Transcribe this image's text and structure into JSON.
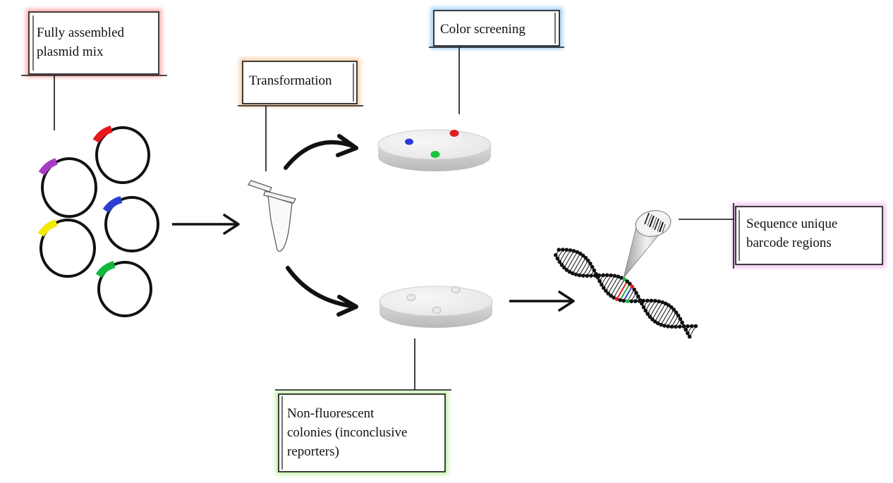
{
  "labels": {
    "plasmid_mix": "Fully assembled\nplasmid mix",
    "transformation": "Transformation",
    "color_screening": "Color screening",
    "sequence": "Sequence unique\nbarcode regions",
    "non_fluorescent": "Non-fluorescent\ncolonies (inconclusive\nreporters)"
  },
  "colors": {
    "plasmid_mix": "#ff6b6b",
    "transformation": "#f4a460",
    "color_screening": "#5aa9ef",
    "sequence": "#e08be0",
    "non_fluorescent": "#9be36a",
    "marker_purple": "#a93cc4",
    "marker_red": "#e8171b",
    "marker_blue": "#2f3ed0",
    "marker_yellow": "#f2ea00",
    "marker_green": "#12b83d",
    "colony_blue": "#2b3ad8",
    "colony_red": "#e01d22",
    "colony_green": "#19c43b"
  }
}
